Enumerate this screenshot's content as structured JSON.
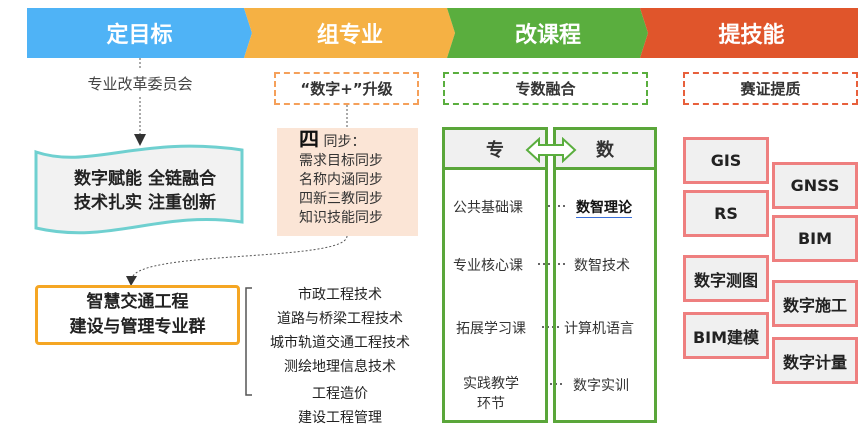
{
  "header": {
    "steps": [
      {
        "label": "定目标",
        "color": "#4fb3f6"
      },
      {
        "label": "组专业",
        "color": "#f5b144"
      },
      {
        "label": "改课程",
        "color": "#5aae3e"
      },
      {
        "label": "提技能",
        "color": "#e0552b"
      }
    ]
  },
  "goal": {
    "committee": "专业改革委员会",
    "banner_lines": [
      "数字赋能  全链融合",
      "技术扎实  注重创新"
    ],
    "group_lines": [
      "智慧交通工程",
      "建设与管理专业群"
    ],
    "majors": [
      "市政工程技术",
      "道路与桥梁工程技术",
      "城市轨道交通工程技术",
      "测绘地理信息技术",
      "工程造价",
      "建设工程管理"
    ]
  },
  "major": {
    "upgrade": "“数字+”升级",
    "sync_big": "四",
    "sync_title": "同步：",
    "sync_items": [
      "需求目标同步",
      "名称内涵同步",
      "四新三教同步",
      "知识技能同步"
    ]
  },
  "course": {
    "fusion": "专数融合",
    "left_head": "专",
    "right_head": "数",
    "left": [
      "公共基础课",
      "专业核心课",
      "拓展学习课",
      "实践教学\n环节"
    ],
    "right": [
      "数智理论",
      "数智技术",
      "计算机语言",
      "数字实训"
    ]
  },
  "skill": {
    "title": "赛证提质",
    "left": [
      "GIS",
      "RS",
      "数字测图",
      "BIM建模"
    ],
    "right": [
      "GNSS",
      "BIM",
      "数字施工",
      "数字计量"
    ]
  }
}
